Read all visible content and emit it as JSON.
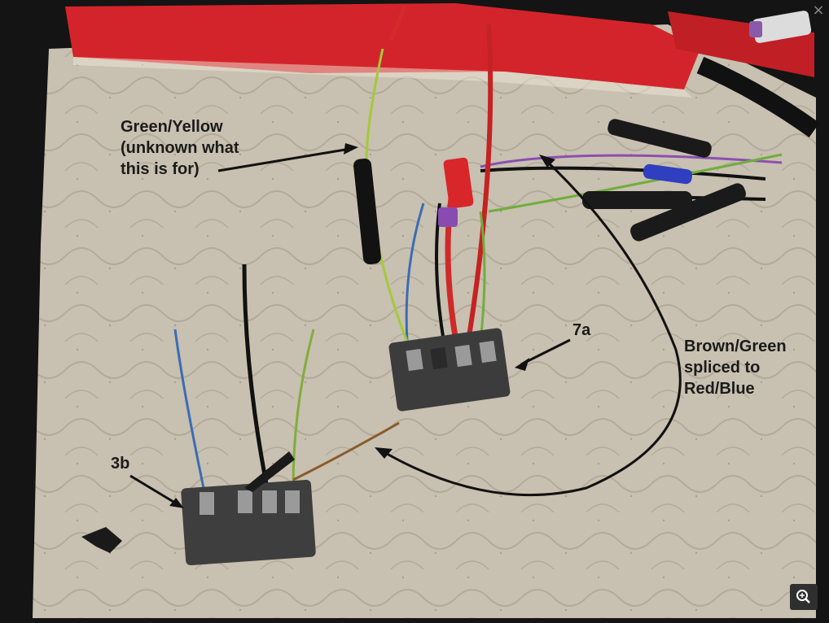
{
  "window": {
    "close_glyph": "×",
    "zoom_icon": "zoom-in-icon"
  },
  "annotations": {
    "green_yellow": "Green/Yellow\n(unknown what\nthis is for)",
    "label_7a": "7a",
    "brown_green": "Brown/Green\nspliced to\nRed/Blue",
    "label_3b": "3b"
  },
  "colors": {
    "blanket": "#c9c1b2",
    "blanket_edge": "#d8252c",
    "connector": "#3a3a3a",
    "background": "#151515"
  }
}
